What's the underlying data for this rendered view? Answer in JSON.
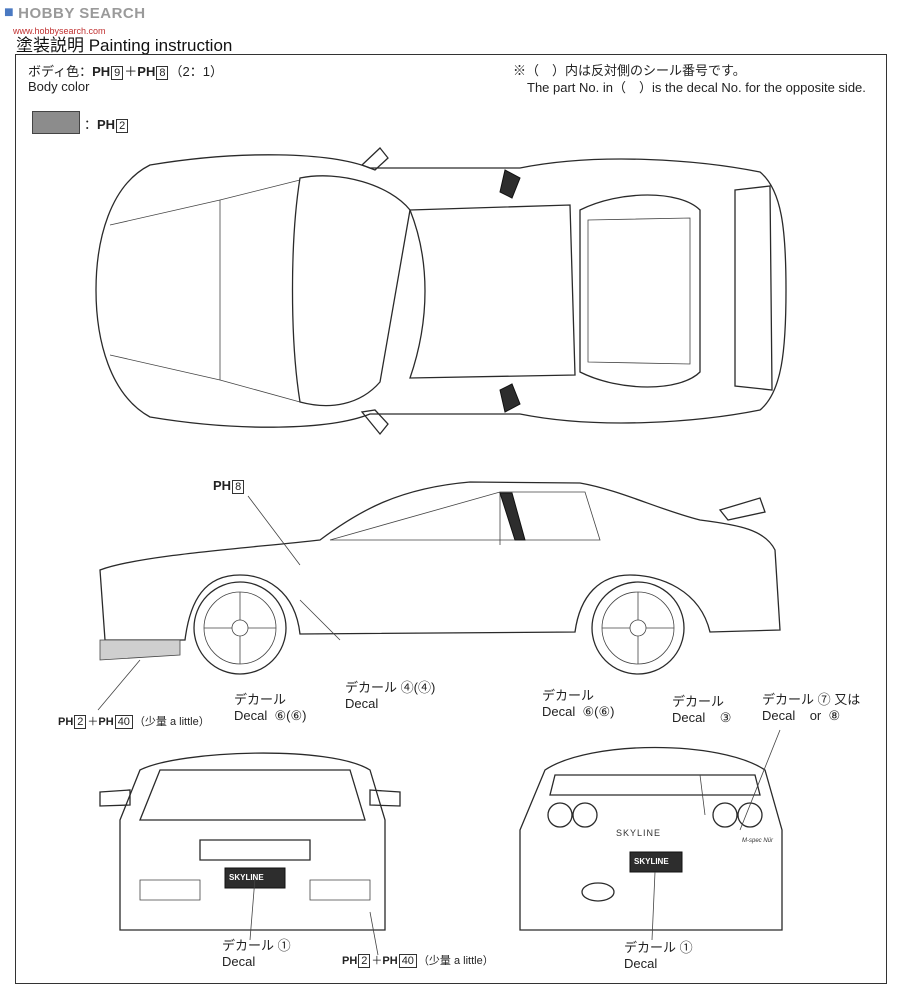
{
  "watermark": {
    "icon": "hobby-search-logo",
    "text": "HOBBY SEARCH",
    "url": "www.hobbysearch.com"
  },
  "title": "塗装説明 Painting instruction",
  "body_color": {
    "label_jp": "ボディ色：",
    "paint_a": "9",
    "plus": "＋",
    "paint_b": "8",
    "ratio": "（2：1）",
    "label_en": "Body color"
  },
  "swatch": {
    "color": "#8c8c8c",
    "paint": "2"
  },
  "note": {
    "jp": "※（　）内は反対側のシール番号です。",
    "en": "The part No. in（　）is the decal No. for the opposite side."
  },
  "paint_prefix": "PH",
  "callouts": {
    "side_ph8": "8",
    "front_splitter": {
      "a": "2",
      "b": "40",
      "suffix": "（少量 a little）"
    },
    "decal_front_wheel": {
      "jp": "デカール",
      "en": "Decal",
      "num": "⑥(⑥)"
    },
    "decal_side": {
      "jp": "デカール",
      "en": "Decal",
      "num": "④(④)"
    },
    "decal_rear_wheel": {
      "jp": "デカール",
      "en": "Decal",
      "num": "⑥(⑥)"
    },
    "decal_rear_badge": {
      "jp": "デカール",
      "en": "Decal",
      "num": "③"
    },
    "decal_rear_choice": {
      "jp": "デカール",
      "en": "Decal",
      "num_a": "⑦",
      "or_jp": "又は",
      "or_en": "or",
      "num_b": "⑧"
    },
    "decal_front_plate": {
      "jp": "デカール",
      "en": "Decal",
      "num": "①"
    },
    "front_bottom_paint": {
      "a": "2",
      "b": "40",
      "suffix": "（少量 a little）"
    },
    "decal_rear_plate": {
      "jp": "デカール",
      "en": "Decal",
      "num": "①"
    }
  },
  "plates": {
    "front": "SKYLINE",
    "rear": "SKYLINE",
    "rear_badge": "SKYLINE",
    "rear_model": "M-spec Nür"
  }
}
